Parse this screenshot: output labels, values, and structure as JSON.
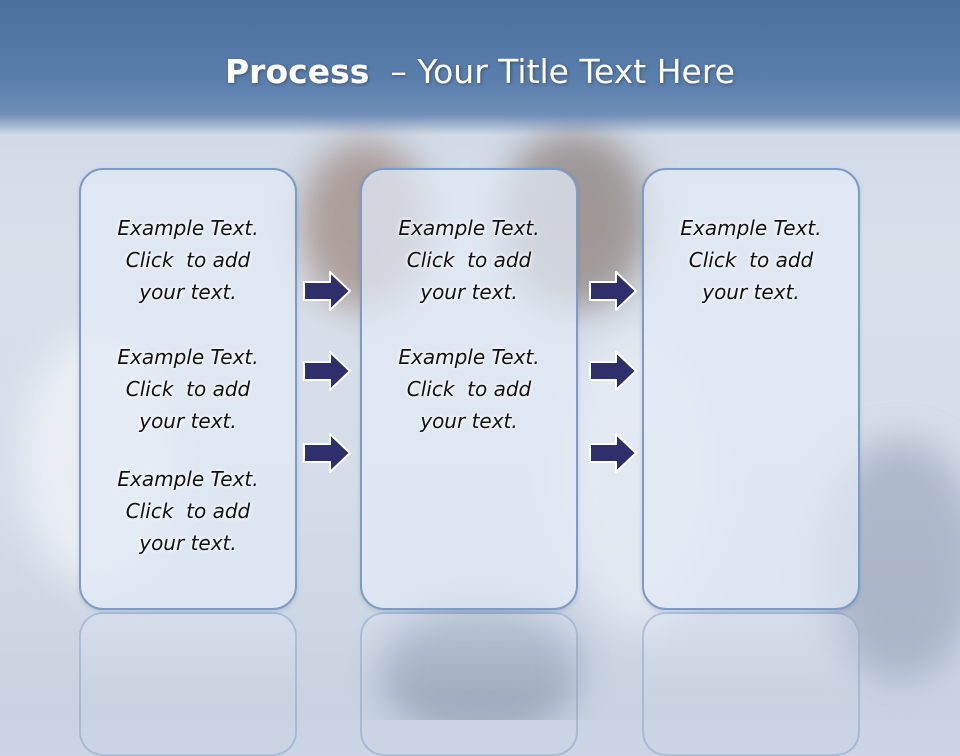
{
  "title": {
    "bold_text": "Process",
    "rest_text": "  – Your Title Text Here"
  },
  "panels": [
    {
      "items": [
        {
          "line1": "Example Text.",
          "line2": "Click  to add",
          "line3": "your text."
        },
        {
          "line1": "Example Text.",
          "line2": "Click  to add",
          "line3": "your text."
        },
        {
          "line1": "Example Text.",
          "line2": "Click  to add",
          "line3": "your text."
        }
      ]
    },
    {
      "items": [
        {
          "line1": "Example Text.",
          "line2": "Click  to add",
          "line3": "your text."
        },
        {
          "line1": "Example Text.",
          "line2": "Click  to add",
          "line3": "your text."
        }
      ]
    },
    {
      "items": [
        {
          "line1": "Example Text.",
          "line2": "Click  to add",
          "line3": "your text."
        }
      ]
    }
  ],
  "colors": {
    "header": "#4b6f9c",
    "panel_border": "#7d9bc7",
    "arrow_fill": "#2e2f6b"
  },
  "icons": [
    "right-arrow-icon"
  ]
}
